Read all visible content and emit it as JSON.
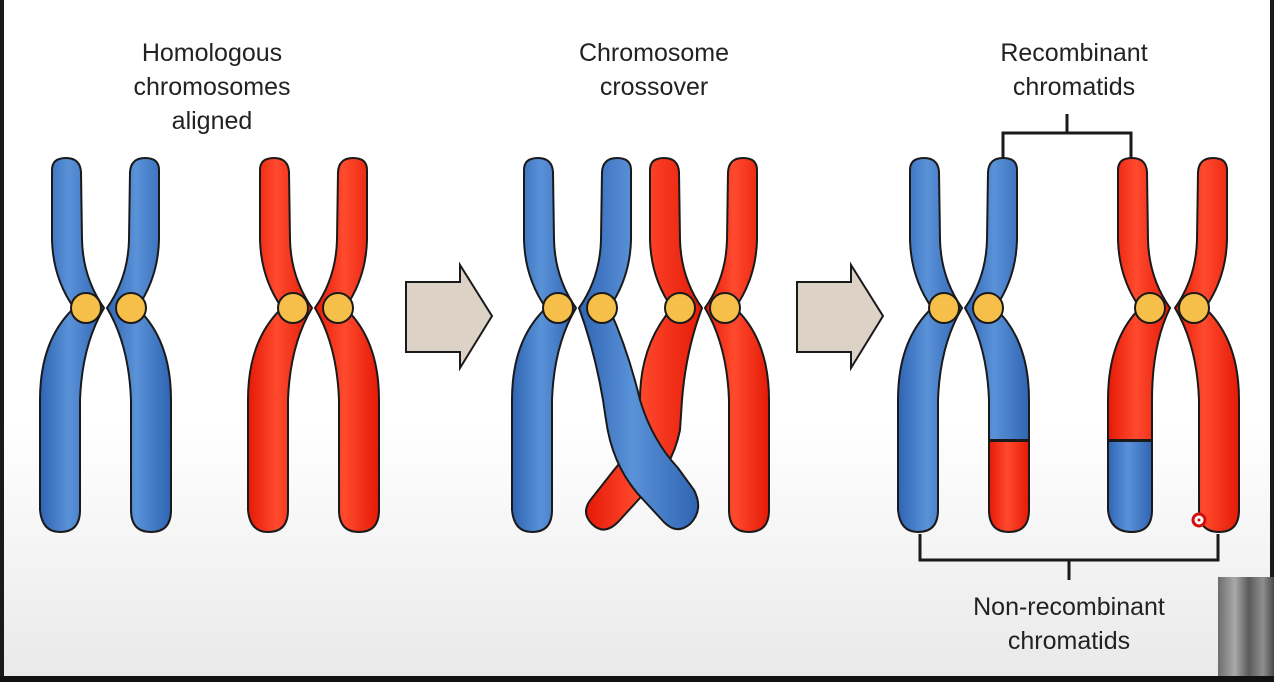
{
  "labels": {
    "homologous": [
      "Homologous",
      "chromosomes",
      "aligned"
    ],
    "crossover": [
      "Chromosome",
      "crossover"
    ],
    "recombinant": [
      "Recombinant",
      "chromatids"
    ],
    "nonrecombinant": [
      "Non-recombinant",
      "chromatids"
    ]
  },
  "colors": {
    "blue_chromatid": "#3d75c4",
    "red_chromatid": "#f2200c",
    "centromere": "#f6bf4a",
    "arrow_fill": "#dcd2c6",
    "outline": "#1a1a1a"
  },
  "icons": {
    "step_arrow": "right-arrow-icon",
    "cursor_marker": "cursor-dot-icon"
  }
}
